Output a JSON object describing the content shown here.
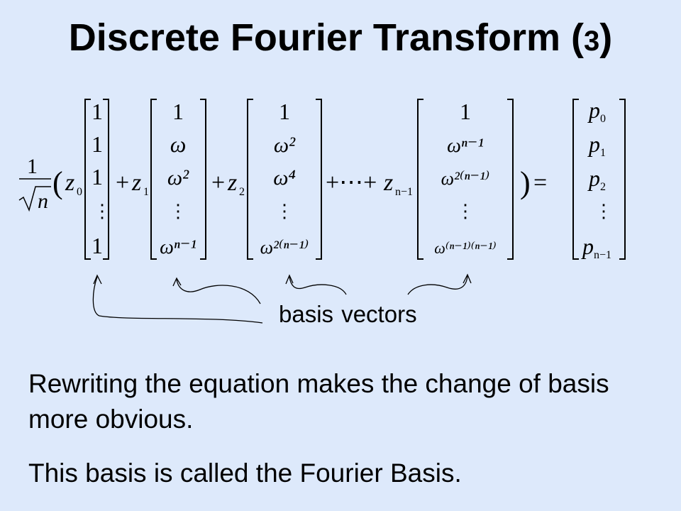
{
  "slide": {
    "title_main": "Discrete Fourier Transform (",
    "title_num": "3",
    "title_close": ")",
    "basis_label": "basis vectors",
    "paragraph_1": "Rewriting the equation makes the change of basis more obvious.",
    "paragraph_2": "This basis is called the Fourier Basis."
  },
  "equation": {
    "prefactor_num": "1",
    "prefactor_den": "n",
    "open_paren": "(",
    "close_paren": ")",
    "equals": "=",
    "plus": "+",
    "ellipsis_plus": "+⋯+",
    "coeffs": [
      {
        "base": "z",
        "sub": "0"
      },
      {
        "base": "z",
        "sub": "1"
      },
      {
        "base": "z",
        "sub": "2"
      },
      {
        "base": "z",
        "sub": "n−1"
      }
    ],
    "vectors": [
      [
        "1",
        "1",
        "1",
        "⋮",
        "1"
      ],
      [
        "1",
        "ω",
        "ω²",
        "⋮",
        "ωⁿ⁻¹"
      ],
      [
        "1",
        "ω²",
        "ω⁴",
        "⋮",
        "ω²⁽ⁿ⁻¹⁾"
      ],
      [
        "1",
        "ωⁿ⁻¹",
        "ω²⁽ⁿ⁻¹⁾",
        "⋮",
        "ω⁽ⁿ⁻¹⁾⁽ⁿ⁻¹⁾"
      ]
    ],
    "result_vector": [
      {
        "base": "p",
        "sub": "0"
      },
      {
        "base": "p",
        "sub": "1"
      },
      {
        "base": "p",
        "sub": "2"
      },
      {
        "base": "⋮",
        "sub": ""
      },
      {
        "base": "p",
        "sub": "n−1"
      }
    ]
  }
}
